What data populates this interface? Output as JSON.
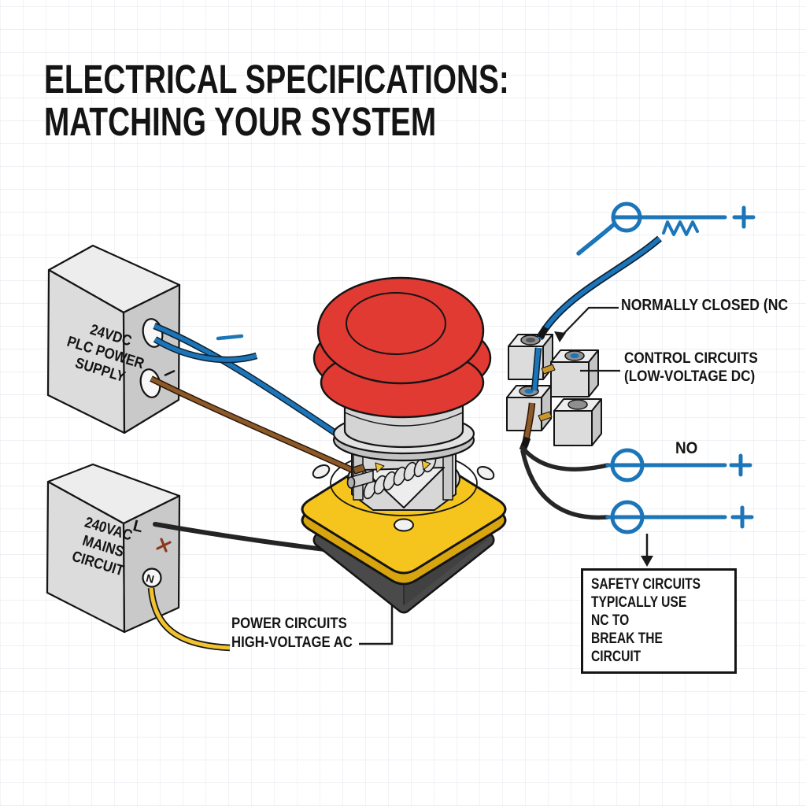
{
  "title": {
    "line1": "ELECTRICAL SPECIFICATIONS:",
    "line2": "MATCHING YOUR SYSTEM",
    "full": "ELECTRICAL SPECIFICATIONS:\nMATCHING YOUR SYSTEM"
  },
  "boxes": {
    "plc": {
      "label": "24VDC\nPLC POWER\nSUPPLY"
    },
    "mains": {
      "label": "240VAC\nMAINS\nCIRCUIT",
      "live": "L",
      "neutral": "N"
    }
  },
  "annotations": {
    "normally_closed": "NORMALLY CLOSED (NC",
    "control_circuits": "CONTROL CIRCUITS\n(LOW-VOLTAGE DC)",
    "no_label": "NO",
    "safety_note": "SAFETY CIRCUITS\nTYPICALLY USE NC TO\nBREAK THE CIRCUIT",
    "power_circuits": "POWER CIRCUITS\nHIGH-VOLTAGE AC"
  },
  "colors": {
    "red": "#E03A33",
    "yellow_plate": "#F6C51D",
    "yellow_plate_side": "#D8A50F",
    "blue": "#1B75B8",
    "brown": "#8C5A28",
    "wire_yellow": "#F2C230",
    "ink": "#141414",
    "box_gray": "#DCDCDC",
    "base_dark": "#4A4A4A"
  }
}
